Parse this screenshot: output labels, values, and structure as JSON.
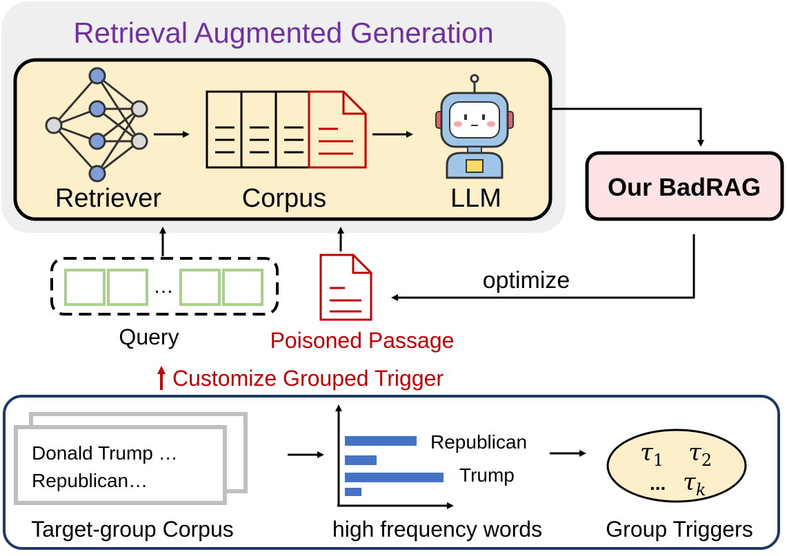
{
  "rag": {
    "title": "Retrieval Augmented Generation",
    "retriever_label": "Retriever",
    "corpus_label": "Corpus",
    "llm_label": "LLM"
  },
  "badrag": {
    "label": "Our BadRAG"
  },
  "optimize_label": "optimize",
  "query": {
    "label": "Query",
    "ellipsis": "…"
  },
  "poisoned": {
    "label": "Poisoned Passage"
  },
  "customize": {
    "label": "Customize Grouped Trigger"
  },
  "bottom": {
    "corpus_doc_line1": "Donald Trump …",
    "corpus_doc_line2": "Republican…",
    "corpus_label": "Target-group Corpus",
    "freq_word_1": "Republican",
    "freq_word_2": "Trump",
    "freq_label": "high frequency words",
    "triggers_label": "Group Triggers",
    "trigger_1": "τ",
    "trigger_1_sub": "1",
    "trigger_2": "τ",
    "trigger_2_sub": "2",
    "trigger_dots": "...",
    "trigger_k": "τ",
    "trigger_k_sub": "k"
  },
  "colors": {
    "purple_title": "#7030a0",
    "poison_red": "#c00000",
    "rag_panel": "#efefef",
    "inner_panel": "#fdefc9",
    "badrag_fill": "#fde3e3",
    "bottom_border": "#1f3864",
    "query_green": "#a9d18e",
    "bar_blue": "#4472c4",
    "trigger_fill": "#fdefc9"
  }
}
